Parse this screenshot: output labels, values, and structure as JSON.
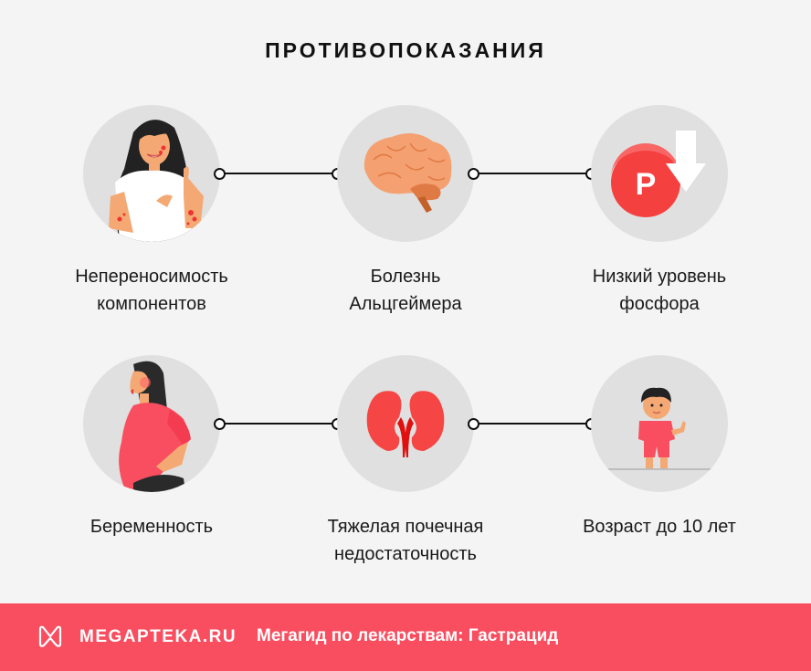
{
  "title": "ПРОТИВОПОКАЗАНИЯ",
  "items": [
    {
      "label_line1": "Непереносимость",
      "label_line2": "компонентов",
      "icon": "allergic-woman-icon"
    },
    {
      "label_line1": "Болезнь",
      "label_line2": "Альцгеймера",
      "icon": "brain-icon"
    },
    {
      "label_line1": "Низкий уровень",
      "label_line2": "фосфора",
      "icon": "phosphorus-down-icon",
      "icon_letter": "P"
    },
    {
      "label_line1": "Беременность",
      "label_line2": "",
      "icon": "pregnant-woman-icon"
    },
    {
      "label_line1": "Тяжелая почечная",
      "label_line2": "недостаточность",
      "icon": "kidneys-icon"
    },
    {
      "label_line1": "Возраст до 10 лет",
      "label_line2": "",
      "icon": "child-icon"
    }
  ],
  "footer": {
    "brand": "MEGAPTEKA.RU",
    "tagline": "Мегагид по лекарствам: Гастрацид",
    "logo_icon": "megapteka-m-logo-icon"
  },
  "colors": {
    "background": "#f4f4f4",
    "circle": "#e0e0e0",
    "accent": "#f84e5f",
    "connector": "#111111"
  }
}
